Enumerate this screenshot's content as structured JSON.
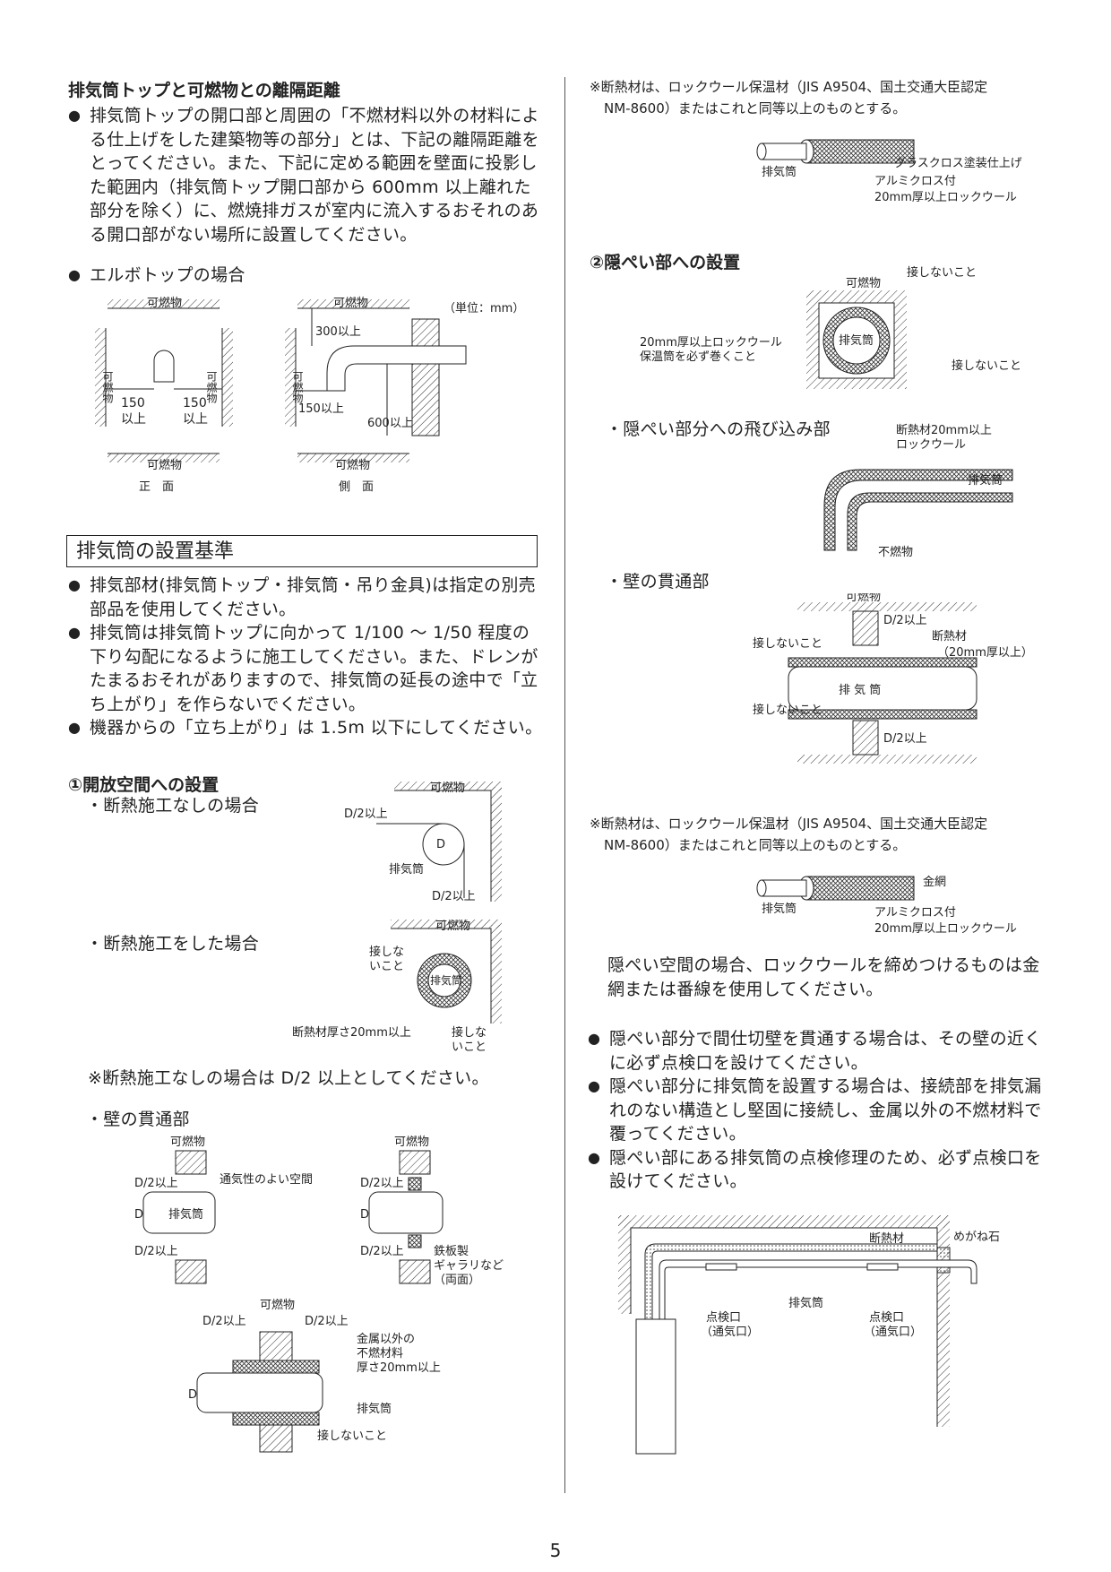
{
  "page_number": "5",
  "left": {
    "sec1_title": "排気筒トップと可燃物との離隔距離",
    "sec1_bullet": "排気筒トップの開口部と周囲の「不燃材料以外の材料による仕上げをした建築物等の部分」とは、下記の離隔距離をとってください。また、下記に定める範囲を壁面に投影した範囲内（排気筒トップ開口部から 600mm 以上離れた部分を除く）に、燃焼排ガスが室内に流入するおそれのある開口部がない場所に設置してください。",
    "elbow_bullet": "エルボトップの場合",
    "elbow_fig": {
      "unit": "（単位：mm）",
      "combustible": "可燃物",
      "combustible_v": "可燃物",
      "front": "正　面",
      "side": "側　面",
      "d150_1": "150",
      "d150_1b": "以上",
      "d150_2": "150",
      "d150_2b": "以上",
      "d300": "300以上",
      "d150_side": "150以上",
      "d600": "600以上"
    },
    "sec2_title": "排気筒の設置基準",
    "sec2_bullets": [
      "排気部材(排気筒トップ・排気筒・吊り金具)は指定の別売部品を使用してください。",
      "排気筒は排気筒トップに向かって 1/100 ～ 1/50 程度の下り勾配になるように施工してください。また、ドレンがたまるおそれがありますので、排気筒の延長の途中で「立ち上がり」を作らないでください。",
      "機器からの「立ち上がり」は 1.5m 以下にしてください。"
    ],
    "open_title": "①開放空間への設置",
    "no_insul": "・断熱施工なしの場合",
    "with_insul": "・断熱施工をした場合",
    "no_insul_note": "※断熱施工なしの場合は D/2 以上としてください。",
    "wall_pass": "・壁の貫通部",
    "fig_open": {
      "combustible": "可燃物",
      "d2": "D/2以上",
      "d": "D",
      "flue": "排気筒",
      "no_touch": "接しな",
      "no_touch2": "いこと",
      "insul": "断熱材厚さ20mm以上"
    },
    "fig_wall": {
      "combustible": "可燃物",
      "d2": "D/2以上",
      "d": "D",
      "flue": "排気筒",
      "vent_space": "通気性のよい空間",
      "steel": "鉄板製",
      "gallery": "ギャラリなど",
      "both": "（両面）",
      "nonmetal1": "金属以外の",
      "nonmetal2": "不燃材料",
      "nonmetal3": "厚さ20mm以上",
      "no_touch": "接しないこと"
    }
  },
  "right": {
    "note1_a": "※断熱材は、ロックウール保温材（JIS A9504、国土交通大臣認定",
    "note1_b": "NM-8600）またはこれと同等以上のものとする。",
    "fig_pipe1": {
      "flue": "排気筒",
      "glass": "グラスクロス塗装仕上げ",
      "alu": "アルミクロス付",
      "rock": "20mm厚以上ロックウール"
    },
    "hidden_title": "②隠ぺい部への設置",
    "fig_hidden": {
      "combustible": "可燃物",
      "no_touch": "接しないこと",
      "flue": "排気筒",
      "rock1": "20mm厚以上ロックウール",
      "rock2": "保温筒を必ず巻くこと"
    },
    "jump_label": "・隠ぺい部分への飛び込み部",
    "fig_jump": {
      "insul1": "断熱材20mm以上",
      "insul2": "ロックウール",
      "flue": "排気筒",
      "noncomb": "不燃物"
    },
    "wall_label": "・壁の貫通部",
    "fig_wall2": {
      "combustible": "可燃物",
      "d2": "D/2以上",
      "no_touch": "接しないこと",
      "insul1": "断熱材",
      "insul2": "（20mm厚以上）",
      "flue": "排 気 筒"
    },
    "note2_a": "※断熱材は、ロックウール保温材（JIS A9504、国土交通大臣認定",
    "note2_b": "NM-8600）またはこれと同等以上のものとする。",
    "fig_pipe2": {
      "flue": "排気筒",
      "mesh": "金網",
      "alu": "アルミクロス付",
      "rock": "20mm厚以上ロックウール"
    },
    "hidden_space_para": "隠ぺい空間の場合、ロックウールを締めつけるものは金網または番線を使用してください。",
    "bullets": [
      "隠ぺい部分で間仕切壁を貫通する場合は、その壁の近くに必ず点検口を設けてください。",
      "隠ぺい部分に排気筒を設置する場合は、接続部を排気漏れのない構造とし堅固に接続し、金属以外の不燃材料で覆ってください。",
      "隠ぺい部にある排気筒の点検修理のため、必ず点検口を設けてください。"
    ],
    "fig_bottom": {
      "megane": "めがね石",
      "insul": "断熱材",
      "flue": "排気筒",
      "inspect1": "点検口",
      "inspect1b": "（通気口）",
      "inspect2": "点検口",
      "inspect2b": "（通気口）"
    }
  }
}
